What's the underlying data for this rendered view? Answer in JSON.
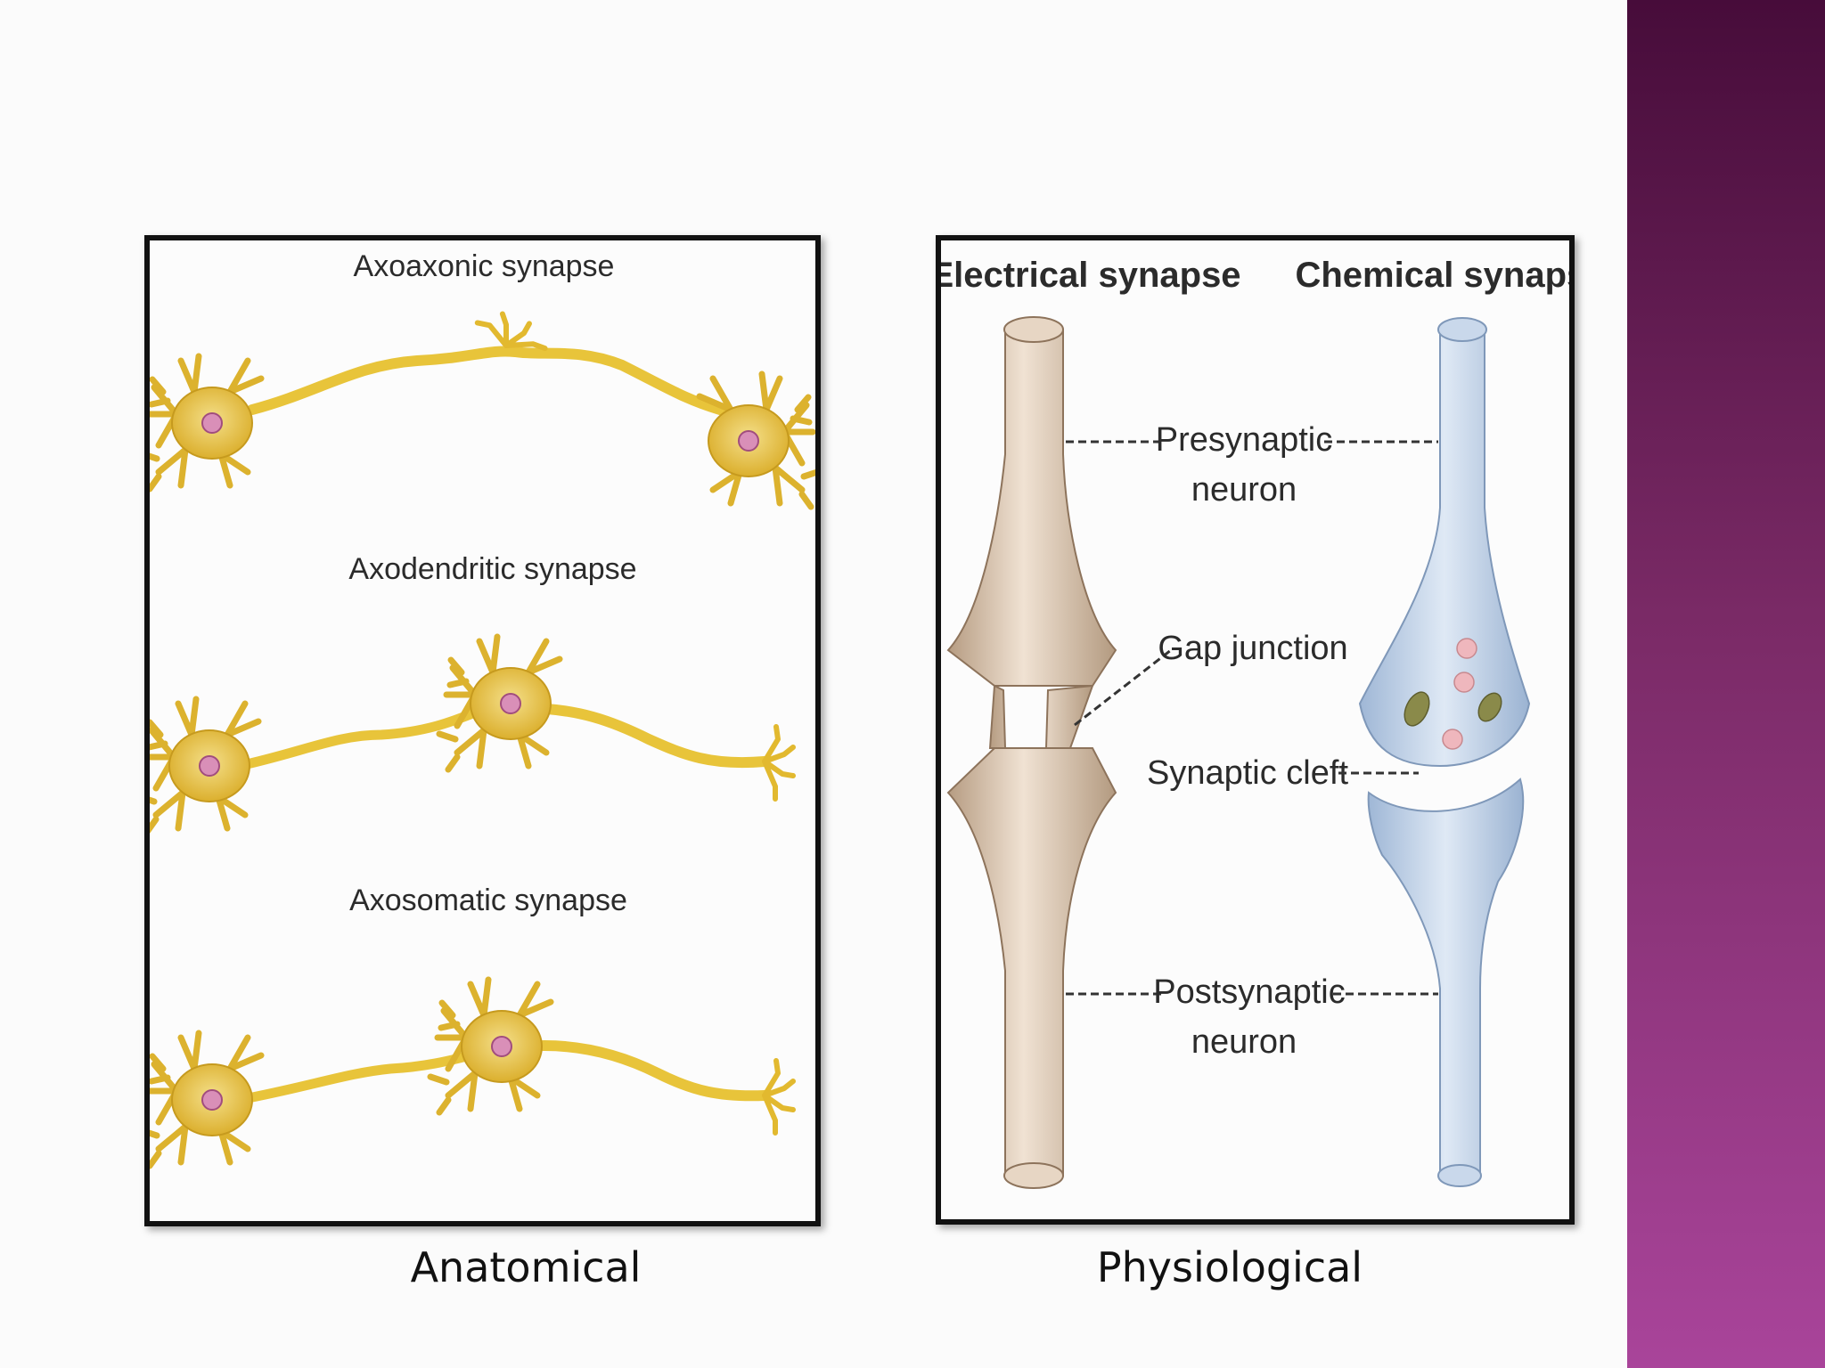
{
  "slide": {
    "accent_band_color": "#8a3179",
    "panel_left": {
      "labels": [
        "Axoaxonic synapse",
        "Axodendritic synapse",
        "Axosomatic synapse"
      ],
      "caption": "Anatomical"
    },
    "panel_right": {
      "heading_left": "Electrical synapse",
      "heading_right": "Chemical synapse",
      "label_presynaptic_1": "Presynaptic",
      "label_presynaptic_2": "neuron",
      "label_gap": "Gap junction",
      "label_cleft": "Synaptic cleft",
      "label_postsynaptic_1": "Postsynaptic",
      "label_postsynaptic_2": "neuron",
      "caption": "Physiological"
    },
    "colors": {
      "neuron_yellow": "#e8c43a",
      "nucleus_pink": "#d98fb8",
      "electrical_tan": "#d8c3ad",
      "chemical_blue": "#b7cbe4"
    }
  }
}
